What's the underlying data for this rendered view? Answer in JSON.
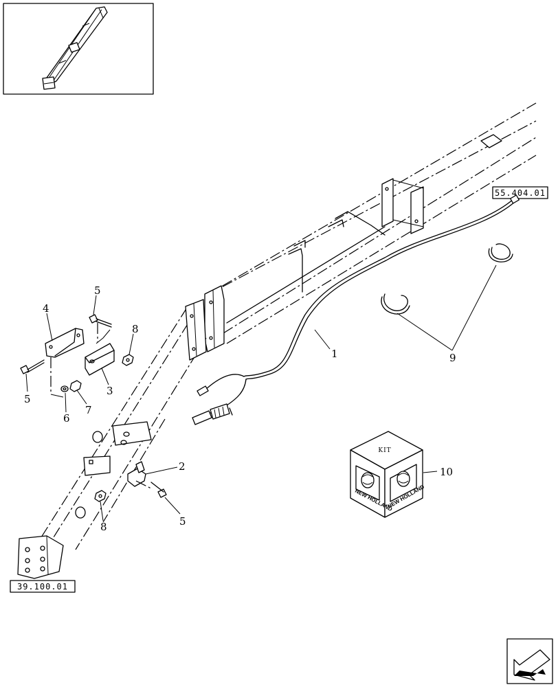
{
  "references": {
    "top_right": "55.404.01",
    "bottom_left": "39.100.01"
  },
  "callouts": {
    "c1": "1",
    "c2": "2",
    "c3": "3",
    "c4": "4",
    "c5a": "5",
    "c5b": "5",
    "c5c": "5",
    "c6": "6",
    "c7": "7",
    "c8a": "8",
    "c8b": "8",
    "c9": "9",
    "c10": "10"
  },
  "kit_box": {
    "label": "KIT",
    "brand_left": "NEW HOLLAND",
    "brand_right": "NEW HOLLAND"
  },
  "icons": [
    "overview-thumbnail",
    "next-page-arrow-icon"
  ]
}
